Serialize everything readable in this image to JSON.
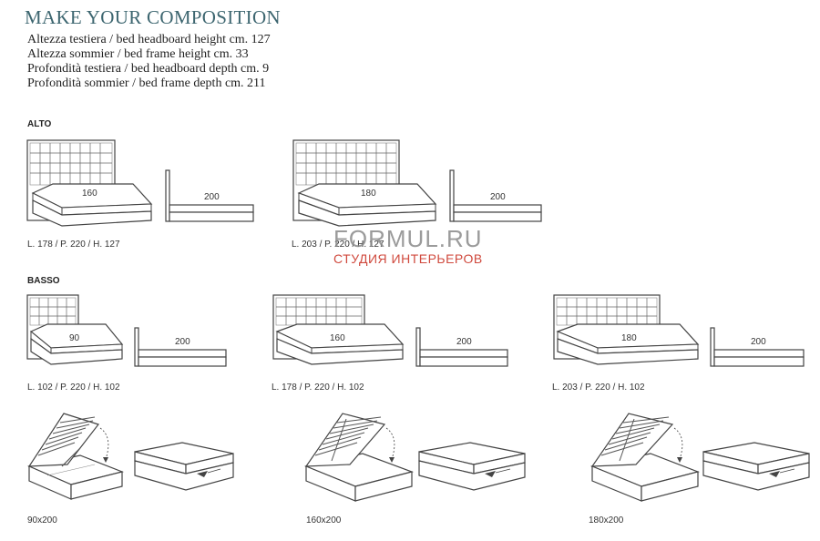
{
  "title": "MAKE YOUR COMPOSITION",
  "specs": [
    "Altezza testiera / bed headboard height  cm. 127",
    "Altezza sommier / bed frame height cm. 33",
    "Profondità testiera / bed headboard depth cm. 9",
    "Profondità sommier / bed frame depth cm. 211"
  ],
  "alto": {
    "label": "ALTO",
    "beds": [
      {
        "width": "160",
        "length": "200",
        "dims": "L. 178 / P. 220 / H. 127"
      },
      {
        "width": "180",
        "length": "200",
        "dims": "L. 203 / P. 220 / H. 127"
      }
    ]
  },
  "basso": {
    "label": "BASSO",
    "beds": [
      {
        "width": "90",
        "length": "200",
        "dims": "L. 102 / P. 220 / H. 102"
      },
      {
        "width": "160",
        "length": "200",
        "dims": "L. 178 / P. 220 / H. 102"
      },
      {
        "width": "180",
        "length": "200",
        "dims": "L. 203 / P. 220 / H. 102"
      }
    ]
  },
  "storage": [
    "90x200",
    "160x200",
    "180x200"
  ],
  "watermark": {
    "brand": "FORMUL.RU",
    "tagline": "СТУДИЯ ИНТЕРЬЕРОВ",
    "tagline_color": "#d04a3e"
  }
}
